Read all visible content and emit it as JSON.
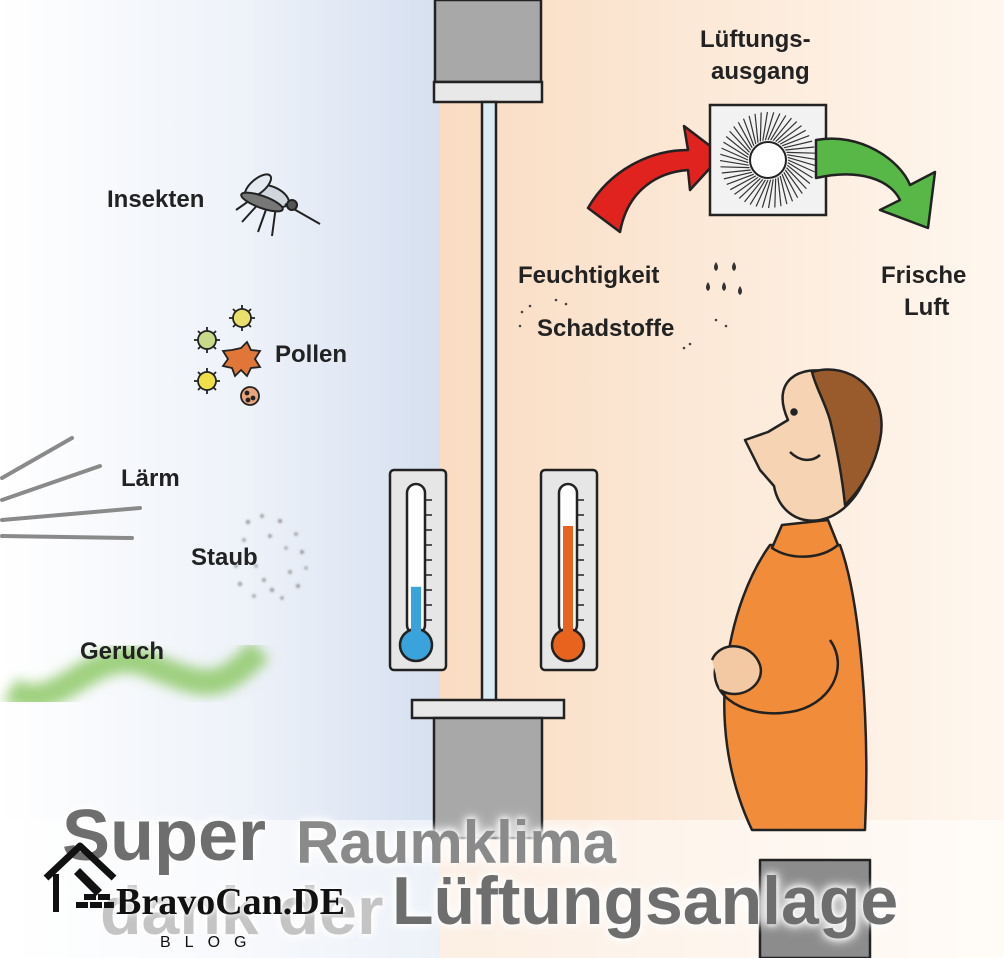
{
  "labels": {
    "insects": "Insekten",
    "pollen": "Pollen",
    "noise": "Lärm",
    "dust": "Staub",
    "odor": "Geruch",
    "vent_outlet_line1": "Lüftungs-",
    "vent_outlet_line2": "ausgang",
    "humidity": "Feuchtigkeit",
    "pollutants": "Schadstoffe",
    "fresh_air_line1": "Frische",
    "fresh_air_line2": "Luft"
  },
  "title": {
    "word1": "Super",
    "word2": "Raumklima",
    "line2_partial": "dank der",
    "word3": "Lüftungsanlage"
  },
  "watermark": {
    "brand": "BravoCan.DE",
    "sub": "BLOG"
  },
  "thermometers": {
    "outside_level": 0.35,
    "inside_level": 0.75
  },
  "colors": {
    "outside_bg": "#dde6f3",
    "inside_bg": "#fbe9d8",
    "arrow_in": "#e0231f",
    "arrow_out": "#57b847",
    "sweater": "#f08c3a",
    "thermo_cold": "#3aa3dc",
    "thermo_warm": "#e8641e",
    "wall": "#a8a8a8"
  },
  "icons": {
    "mosquito": "mosquito-icon",
    "pollen": "pollen-icon",
    "dust": "dust-icon",
    "odor": "odor-wave-icon",
    "noise": "noise-lines-icon",
    "fan": "fan-icon",
    "droplets": "droplet-icon",
    "logo": "house-logo-icon"
  }
}
